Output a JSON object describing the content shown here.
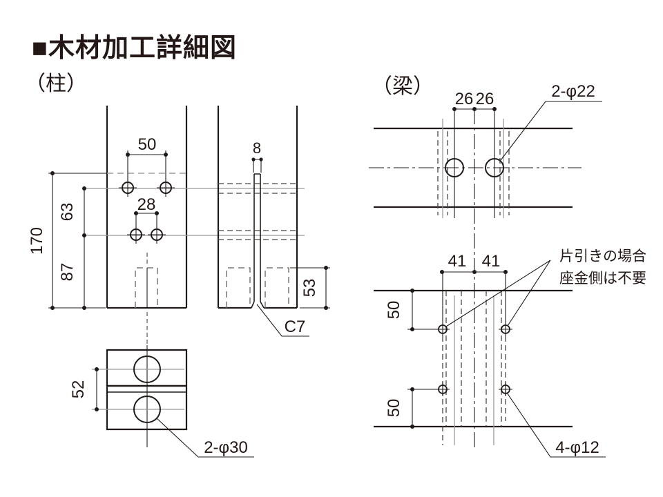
{
  "title": "■木材加工詳細図",
  "column": {
    "label": "（柱）",
    "front": {
      "hole_spacing_top": "50",
      "hole_spacing_bottom": "28",
      "height_total": "170",
      "hole_row_gap": "63",
      "hole_bottom_offset": "87"
    },
    "side": {
      "slot_width": "8",
      "mortise_height": "53",
      "chamfer": "C7"
    },
    "section": {
      "hole_gap": "52",
      "holes": "2-φ30"
    }
  },
  "beam": {
    "label": "（梁）",
    "top": {
      "spacing": [
        "26",
        "26"
      ],
      "holes": "2-φ22"
    },
    "bottom": {
      "spacing": [
        "41",
        "41"
      ],
      "edge_offsets": [
        "50",
        "50"
      ],
      "holes": "4-φ12"
    },
    "note": [
      "片引きの場合",
      "座金側は不要"
    ]
  }
}
